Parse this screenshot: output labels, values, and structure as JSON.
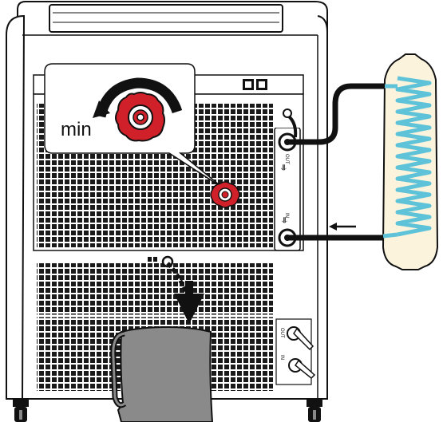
{
  "callout": {
    "min_label": "min"
  },
  "ports": {
    "upper_port_label": "OUT",
    "lower_port_label": "IN",
    "drain_port_label": "OUT",
    "drain2_port_label": "IN"
  },
  "colors": {
    "knob_red": "#d0202a",
    "coil_blue": "#5ec3d8",
    "condenser_body": "#fbf3dc",
    "pitcher_gray": "#8a8a8a",
    "grille": "#1a1a1a",
    "hose": "#111111"
  },
  "icons": {
    "drain_symbol": "drain-icon",
    "flow_arrow": "arrow-left-icon",
    "pour_arrow": "arrow-down-icon"
  }
}
